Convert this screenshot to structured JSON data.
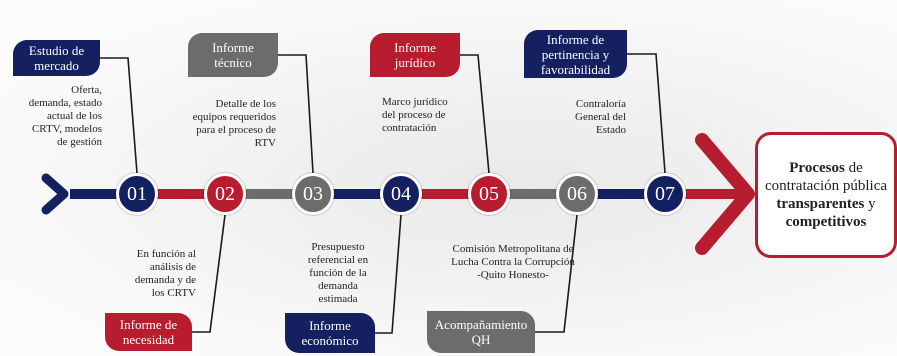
{
  "colors": {
    "navy": "#14205f",
    "red": "#b71d2e",
    "gray": "#6c6c6c"
  },
  "steps": [
    {
      "number": "01",
      "color": "navy",
      "label": "Estudio de mercado",
      "description": "Oferta, demanda, estado actual de los CRTV, modelos de gestión"
    },
    {
      "number": "02",
      "color": "red",
      "label": "Informe de necesidad",
      "description": "En función al análisis de demanda  y de los CRTV"
    },
    {
      "number": "03",
      "color": "gray",
      "label": "Informe técnico",
      "description": "Detalle de los equipos requeridos para el proceso de RTV"
    },
    {
      "number": "04",
      "color": "navy",
      "label": "Informe económico",
      "description": "Presupuesto referencial en función de la demanda estimada"
    },
    {
      "number": "05",
      "color": "red",
      "label": "Informe jurídico",
      "description": "Marco jurídico del proceso de contratación"
    },
    {
      "number": "06",
      "color": "gray",
      "label": "Acompañamiento QH",
      "description": "Comisión Metropolitana de Lucha Contra la Corrupción -Quito Honesto-"
    },
    {
      "number": "07",
      "color": "navy",
      "label": "Informe de pertinencia y favorabilidad",
      "description": "Contraloría General del Estado"
    }
  ],
  "final": {
    "part1_bold": "Procesos",
    "part1": " de contratación pública ",
    "part2_bold": "transparentes",
    "part2": " y ",
    "part3_bold": "competitivos"
  }
}
